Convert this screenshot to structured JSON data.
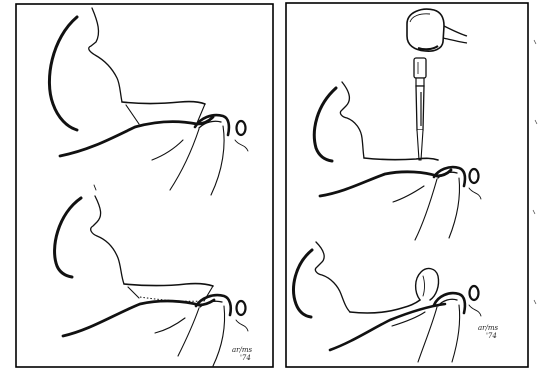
{
  "figure": {
    "panels": [
      {
        "id": "left",
        "sub_scenes": [
          "upper",
          "lower"
        ]
      },
      {
        "id": "right",
        "sub_scenes": [
          "upper-with-mallet-and-osteotome",
          "lower"
        ]
      }
    ],
    "signatures": [
      "ar/ms",
      "'74",
      "ar/ms",
      "'74"
    ]
  },
  "colors": {
    "ink": "#111111",
    "frame": "#000000",
    "paper": "#ffffff",
    "scratch": "#444444"
  },
  "icons": {
    "mallet": "mallet-icon",
    "osteotome": "osteotome-icon"
  }
}
